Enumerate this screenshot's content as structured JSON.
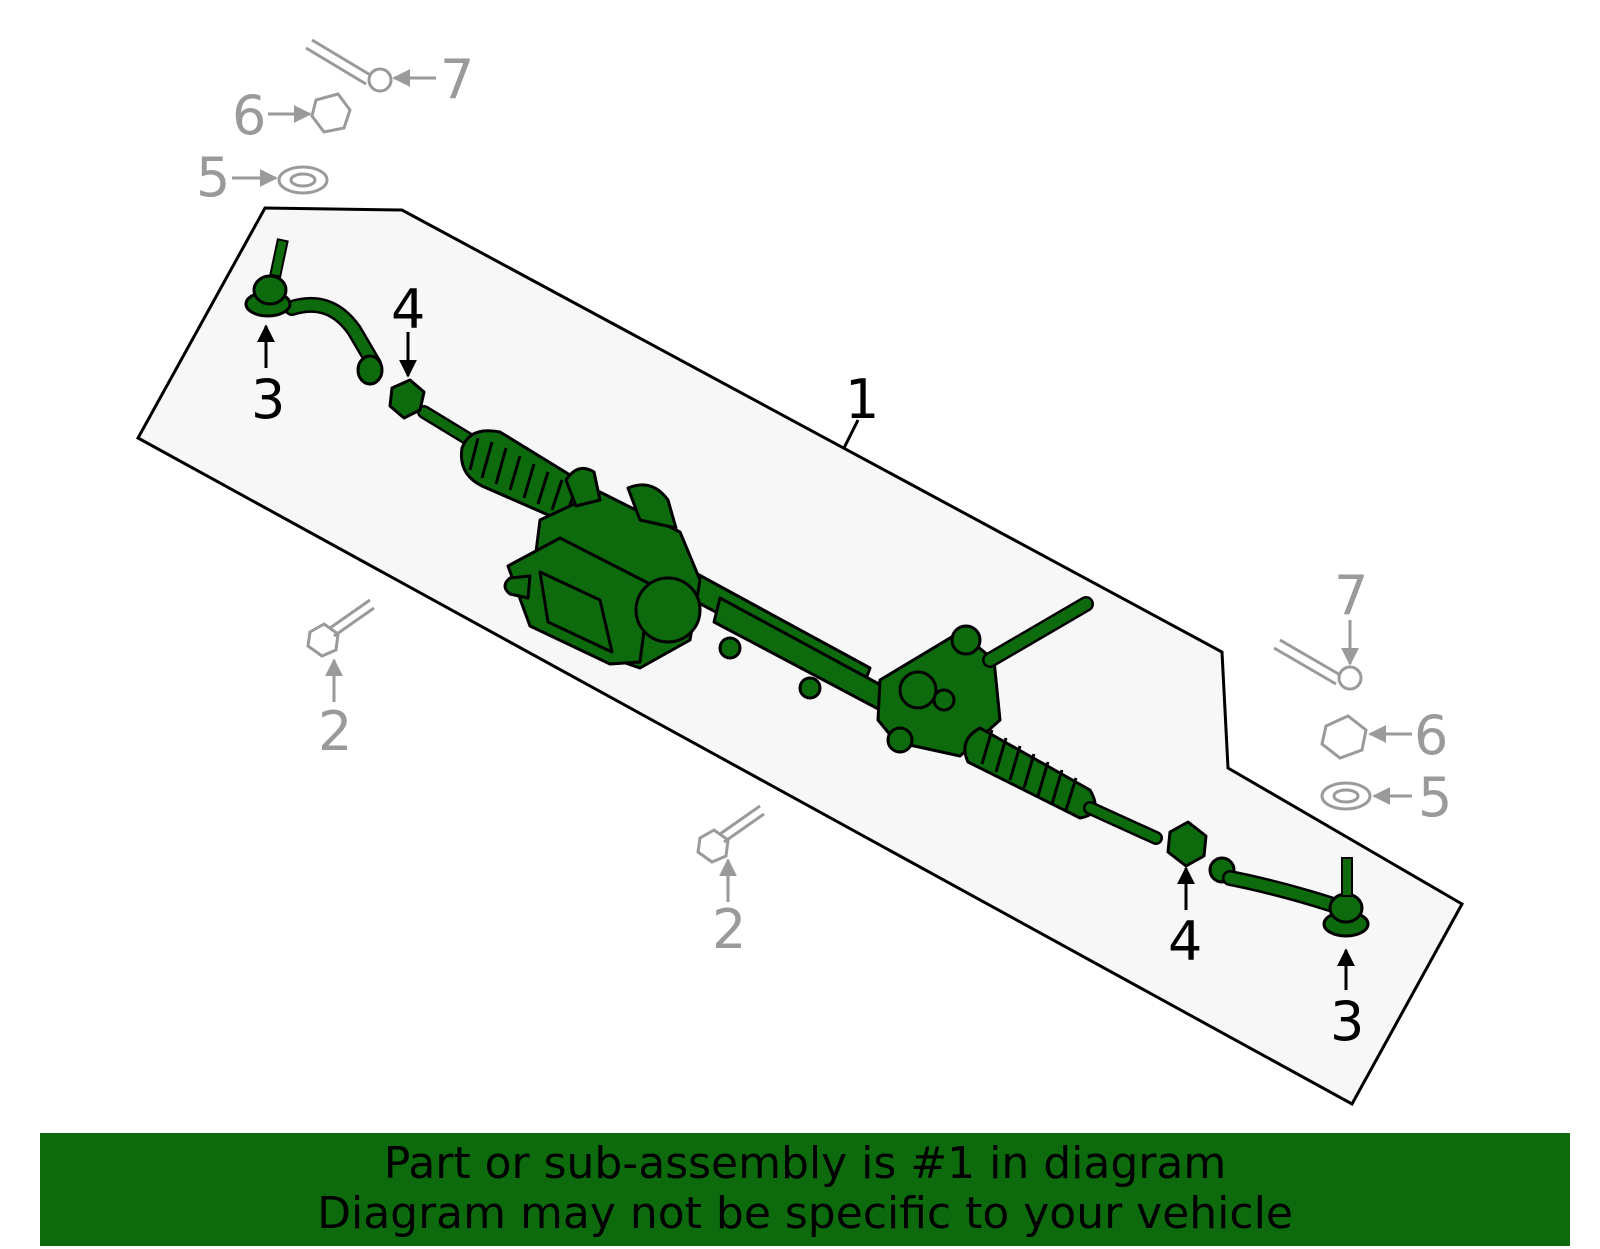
{
  "colors": {
    "highlight": "#0d6b0d",
    "secondary_text": "#9a9a9a",
    "panel": "#f7f7f7"
  },
  "callouts": {
    "assembly": "1",
    "bolt_left": "2",
    "bolt_center": "2",
    "tie_rod_end_left": "3",
    "tie_rod_end_right": "3",
    "jam_nut_left": "4",
    "jam_nut_right": "4",
    "washer_left": "5",
    "washer_right": "5",
    "nut_left": "6",
    "nut_right": "6",
    "cotter_pin_left": "7",
    "cotter_pin_right": "7"
  },
  "banner": {
    "line1": "Part or sub-assembly is #1 in diagram",
    "line2": "Diagram may not be specific to your vehicle"
  }
}
